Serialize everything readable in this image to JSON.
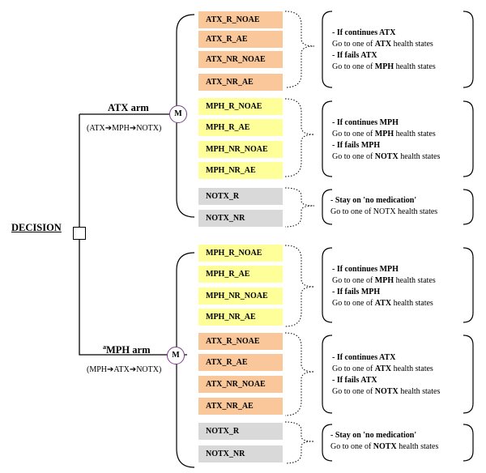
{
  "decision_label": "DECISION",
  "markov_symbol": "M",
  "arms": [
    {
      "prefix": "",
      "name": "ATX arm",
      "sequence": "(ATX➔MPH➔NOTX)",
      "groups": [
        {
          "states": [
            "ATX_R_NOAE",
            "ATX_R_AE",
            "ATX_NR_NOAE",
            "ATX_NR_AE"
          ],
          "note": [
            [
              {
                "t": "- If continues ATX",
                "b": true
              }
            ],
            [
              {
                "t": "Go to one of "
              },
              {
                "t": "ATX",
                "b": true
              },
              {
                "t": " health states"
              }
            ],
            [
              {
                "t": "- If fails ATX",
                "b": true
              }
            ],
            [
              {
                "t": "Go to one of "
              },
              {
                "t": "MPH",
                "b": true
              },
              {
                "t": " health states"
              }
            ]
          ]
        },
        {
          "states": [
            "MPH_R_NOAE",
            "MPH_R_AE",
            "MPH_NR_NOAE",
            "MPH_NR_AE"
          ],
          "note": [
            [
              {
                "t": "- If continues MPH",
                "b": true
              }
            ],
            [
              {
                "t": "Go to one of "
              },
              {
                "t": "MPH",
                "b": true
              },
              {
                "t": " health states"
              }
            ],
            [
              {
                "t": "- If fails MPH",
                "b": true
              }
            ],
            [
              {
                "t": "Go to one of "
              },
              {
                "t": "NOTX",
                "b": true
              },
              {
                "t": " health states"
              }
            ]
          ]
        },
        {
          "states": [
            "NOTX_R",
            "NOTX_NR"
          ],
          "note": [
            [
              {
                "t": "- Stay on 'no medication'",
                "b": true
              }
            ],
            [
              {
                "t": "Go to one of NOTX health states"
              }
            ]
          ]
        }
      ]
    },
    {
      "prefix": "a",
      "name": "MPH arm",
      "sequence": "(MPH➔ATX➔NOTX)",
      "groups": [
        {
          "states": [
            "MPH_R_NOAE",
            "MPH_R_AE",
            "MPH_NR_NOAE",
            "MPH_NR_AE"
          ],
          "note": [
            [
              {
                "t": "- If continues MPH",
                "b": true
              }
            ],
            [
              {
                "t": "Go to one of "
              },
              {
                "t": "MPH",
                "b": true
              },
              {
                "t": " health states"
              }
            ],
            [
              {
                "t": "- If fails MPH",
                "b": true
              }
            ],
            [
              {
                "t": "Go to one of "
              },
              {
                "t": "ATX",
                "b": true
              },
              {
                "t": " health states"
              }
            ]
          ]
        },
        {
          "states": [
            "ATX_R_NOAE",
            "ATX_R_AE",
            "ATX_NR_NOAE",
            "ATX_NR_AE"
          ],
          "note": [
            [
              {
                "t": "- If continues ATX",
                "b": true
              }
            ],
            [
              {
                "t": "Go to one of "
              },
              {
                "t": "ATX",
                "b": true
              },
              {
                "t": " health states"
              }
            ],
            [
              {
                "t": "- If fails ATX",
                "b": true
              }
            ],
            [
              {
                "t": "Go to one of "
              },
              {
                "t": "NOTX",
                "b": true
              },
              {
                "t": " health states"
              }
            ]
          ]
        },
        {
          "states": [
            "NOTX_R",
            "NOTX_NR"
          ],
          "note": [
            [
              {
                "t": "- Stay on 'no medication'",
                "b": true
              }
            ],
            [
              {
                "t": "Go to one of "
              },
              {
                "t": "NOTX",
                "b": true
              },
              {
                "t": " health states"
              }
            ]
          ]
        }
      ]
    }
  ]
}
